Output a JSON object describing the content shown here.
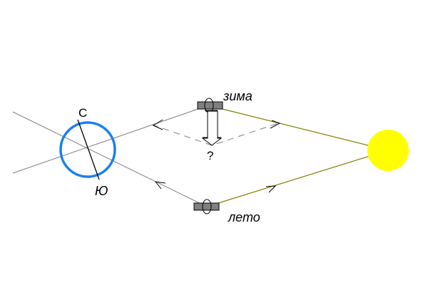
{
  "labels": {
    "winter": "зима",
    "summer": "лето",
    "question": "?",
    "north": "С",
    "south": "Ю"
  },
  "colors": {
    "earth": "#1a80f0",
    "sun": "#ffff00",
    "sun_ray": "#808000",
    "reflected_ray": "#808080",
    "mirror": "#808080"
  },
  "icons": [
    "earth-circle",
    "sun-circle",
    "mirror",
    "hollow-down-arrow"
  ]
}
